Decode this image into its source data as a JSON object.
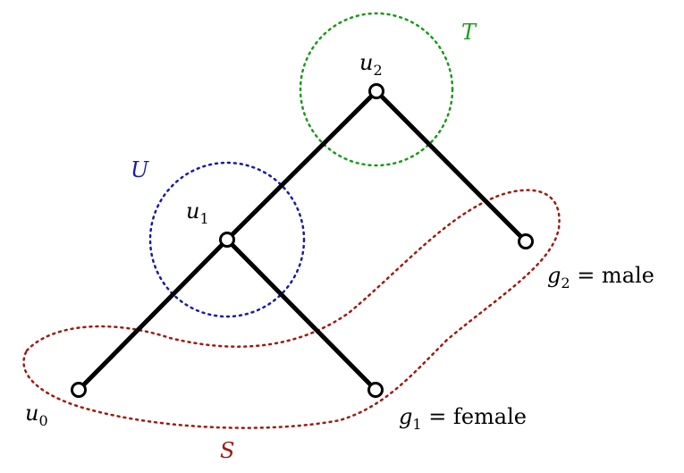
{
  "colors": {
    "T": "#1a9a1a",
    "U": "#1a1aaa",
    "S": "#a01a10",
    "edge": "#000000"
  },
  "labels": {
    "u2": {
      "base": "u",
      "sub": "2"
    },
    "u1": {
      "base": "u",
      "sub": "1"
    },
    "u0": {
      "base": "u",
      "sub": "0"
    },
    "g1": {
      "base": "g",
      "sub": "1",
      "rest": " = female"
    },
    "g2": {
      "base": "g",
      "sub": "2",
      "rest": " = male"
    },
    "T": "T",
    "U": "U",
    "S": "S"
  }
}
